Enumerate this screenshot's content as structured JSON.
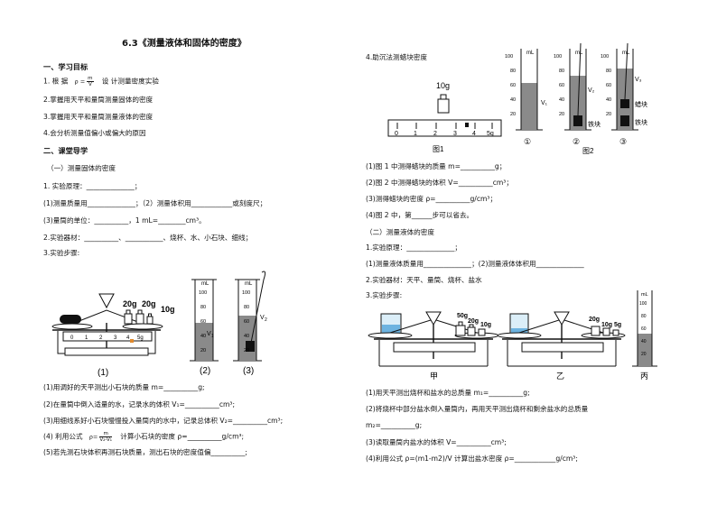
{
  "title": "6.3《测量液体和固体的密度》",
  "sec1_heading": "一、学习目标",
  "goal1_a": "1. 根 据",
  "goal1_rho": "ρ =",
  "goal1_m": "m",
  "goal1_V": "V",
  "goal1_b": "设 计测量密度实验",
  "goal2": "2.掌握用天平和量筒测量固体的密度",
  "goal3": "3.掌握用天平和量筒测量液体的密度",
  "goal4": "4.会分析测量值偏小或偏大的原因",
  "sec2_heading": "二、课堂导学",
  "part1_heading": "（一）测量固体的密度",
  "s_principle": "1. 实验原理：______________；",
  "s_mass": "(1)测量质量用______________；（2）测量体积用____________或刻度尺；",
  "s_unit": "(3)量筒的单位：__________，1 mL=________cm³。",
  "s_equip": "2.实验器材：__________、___________、烧杯、水、小石块、细线；",
  "s_steps": "3.实验步骤:",
  "fig_left": {
    "w1": "20g",
    "w2": "20g",
    "w3": "10g",
    "scale": [
      "0",
      "1",
      "2",
      "3",
      "4",
      "5g"
    ],
    "cap1": "(1)",
    "cap2": "(2)",
    "cap3": "(3)",
    "ml": "mL",
    "ticks": [
      "100",
      "80",
      "60",
      "40",
      "20"
    ],
    "v1": "V",
    "v1s": "1",
    "v2": "V",
    "v2s": "2"
  },
  "q1": "(1)用调好的天平测出小石块的质量 m=__________g;",
  "q2": "(2)在量筒中倒入适量的水，记录水的体积 V₁=__________cm³;",
  "q3": "(3)用细线系好小石块慢慢投入量筒内的水中，记录总体积 V₂=__________cm³;",
  "q4_a": "(4) 利用公式",
  "q4_rho": "ρ=",
  "q4_m": "m",
  "q4_V": "V₂-V₁",
  "q4_b": "计算小石块的密度 ρ=__________g/cm³;",
  "q5": "(5)若先测石块体积再测石块质量，测出石块的密度值偏__________;",
  "r_heading": "4.助沉法测蜡块密度",
  "fig_right": {
    "weight": "10g",
    "scale": [
      "0",
      "1",
      "2",
      "3",
      "4",
      "5g"
    ],
    "cap1": "图1",
    "cap2": "图2",
    "ml": "mL",
    "ticks": [
      "100",
      "80",
      "60",
      "40",
      "20"
    ],
    "v1": "V₁",
    "v2": "V₂",
    "v3": "V₃",
    "iron": "铁块",
    "wax": "蜡块",
    "iron2": "铁块",
    "n1": "①",
    "n2": "②",
    "n3": "③"
  },
  "r1": "(1)图 1 中测得蜡块的质量 m=__________g；",
  "r2": "(2)图 2 中测得蜡块的体积 V=__________cm³；",
  "r3": "(3)测得蜡块的密度 ρ=__________g/cm³；",
  "r4": "(4)图 2 中，第______步可以省去。",
  "part2_heading": "（二）测量液体的密度",
  "l_principle": "1.实验原理：______________；",
  "l_tools": "(1)测量液体质量用______________；(2)测量液体体积用______________",
  "l_equip": "2.实验器材：天平、量筒、烧杯、盐水",
  "l_steps": "3.实验步骤:",
  "fig_liq": {
    "w_50": "50g",
    "w_20": "20g",
    "w_10": "10g",
    "w2_20": "20g",
    "w2_10": "10g",
    "w2_5": "5g",
    "jia": "甲",
    "yi": "乙",
    "bing": "丙",
    "ml": "mL",
    "ticks": [
      "100",
      "80",
      "60",
      "40",
      "20"
    ]
  },
  "l1": "(1)用天平测出烧杯和盐水的总质量 m₁=__________g;",
  "l2a": "(2)将烧杯中部分盐水倒入量筒内，再用天平测出烧杯和剩余盐水的总质量",
  "l2b": "m₂=__________g;",
  "l3": "(3)读取量筒内盐水的体积 V=__________cm³;",
  "l4": "(4)利用公式 ρ=(m1-m2)/V  计算出盐水密度 ρ=____________g/cm³;"
}
